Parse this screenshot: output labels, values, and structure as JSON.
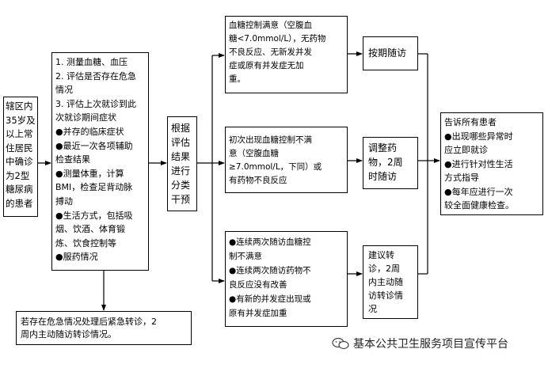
{
  "nodes": {
    "patients": [
      "辖区内",
      "35岁及",
      "以上常",
      "住居民",
      "中确诊",
      "为2型",
      "糖尿病",
      "的患者"
    ],
    "assessment": [
      "1. 测量血糖、血压",
      "2. 评估是否存在危急",
      "情况",
      "3. 评估上次就诊到此",
      "次就诊期间症状",
      "●并存的临床症状",
      "●最近一次各项辅助",
      "检查结果",
      "●测量体重，计算",
      "BMI，检查足背动脉",
      "搏动",
      "●生活方式，包括吸",
      "烟、饮酒、体育锻",
      "炼、饮食控制等",
      "●服药情况"
    ],
    "classify": [
      "根据",
      "评估",
      "结果",
      "进行",
      "分类",
      "干预"
    ],
    "emergency": [
      "若存在危急情况处理后紧急转诊，2",
      "周内主动随访转诊情况。"
    ],
    "cond_satisfied": [
      "血糖控制满意（空腹血",
      "糖<7.0mmol/L），无药物",
      "不良反应、无新发并发",
      "症或原有并发症无加",
      "重。"
    ],
    "cond_first_unsatisfied": [
      "初次出现血糖控制不满",
      "意（空腹血糖",
      "≥7.0mmol/L，下同）或",
      "有药物不良反应"
    ],
    "cond_referral": [
      "●连续两次随访血糖控",
      "制不满意",
      "●连续两次随访药物不",
      "良反应没有改善",
      "●有新的并发症出现或",
      "原有并发症加重"
    ],
    "action_scheduled": [
      "按期随访"
    ],
    "action_adjust": [
      "调整药",
      "物，2周",
      "时随访"
    ],
    "action_refer": [
      "建议转",
      "诊，2周",
      "内主动随",
      "访转诊情",
      "况"
    ],
    "inform": [
      "告诉所有患者",
      "●出现哪些异常时",
      "应立即就诊",
      "●进行针对性生活",
      "方式指导",
      "●每年应进行一次",
      "较全面健康检查。"
    ]
  },
  "watermark": "基本公共卫生服务项目宣传平台"
}
